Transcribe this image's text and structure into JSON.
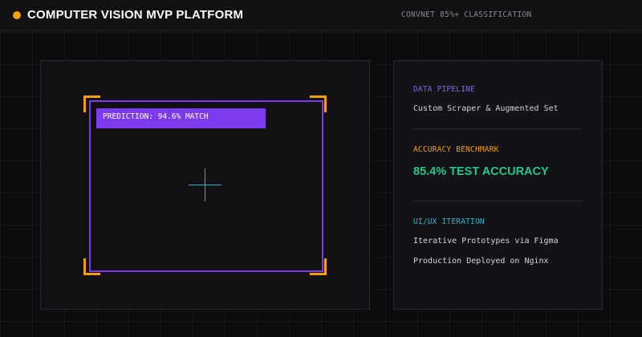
{
  "header": {
    "title": "COMPUTER VISION MVP PLATFORM",
    "tag": "CONVNET 85%+ CLASSIFICATION",
    "accent_color": "#f59e0b"
  },
  "viewer": {
    "prediction_label": "PREDICTION: 94.6% MATCH",
    "box_color": "#7c3aed",
    "corner_color": "#f59e0b",
    "crosshair_color": "#22b8cf"
  },
  "info": {
    "pipeline": {
      "title": "DATA PIPELINE",
      "title_color": "#8b5cf6",
      "text": "Custom Scraper & Augmented Set"
    },
    "accuracy": {
      "title": "ACCURACY BENCHMARK",
      "title_color": "#f59e0b",
      "value": "85.4% TEST ACCURACY",
      "value_color": "#22c98a"
    },
    "uiux": {
      "title": "UI/UX ITERATION",
      "title_color": "#22b8cf",
      "items": [
        "Iterative Prototypes via Figma",
        "Production Deployed on Nginx"
      ]
    }
  }
}
